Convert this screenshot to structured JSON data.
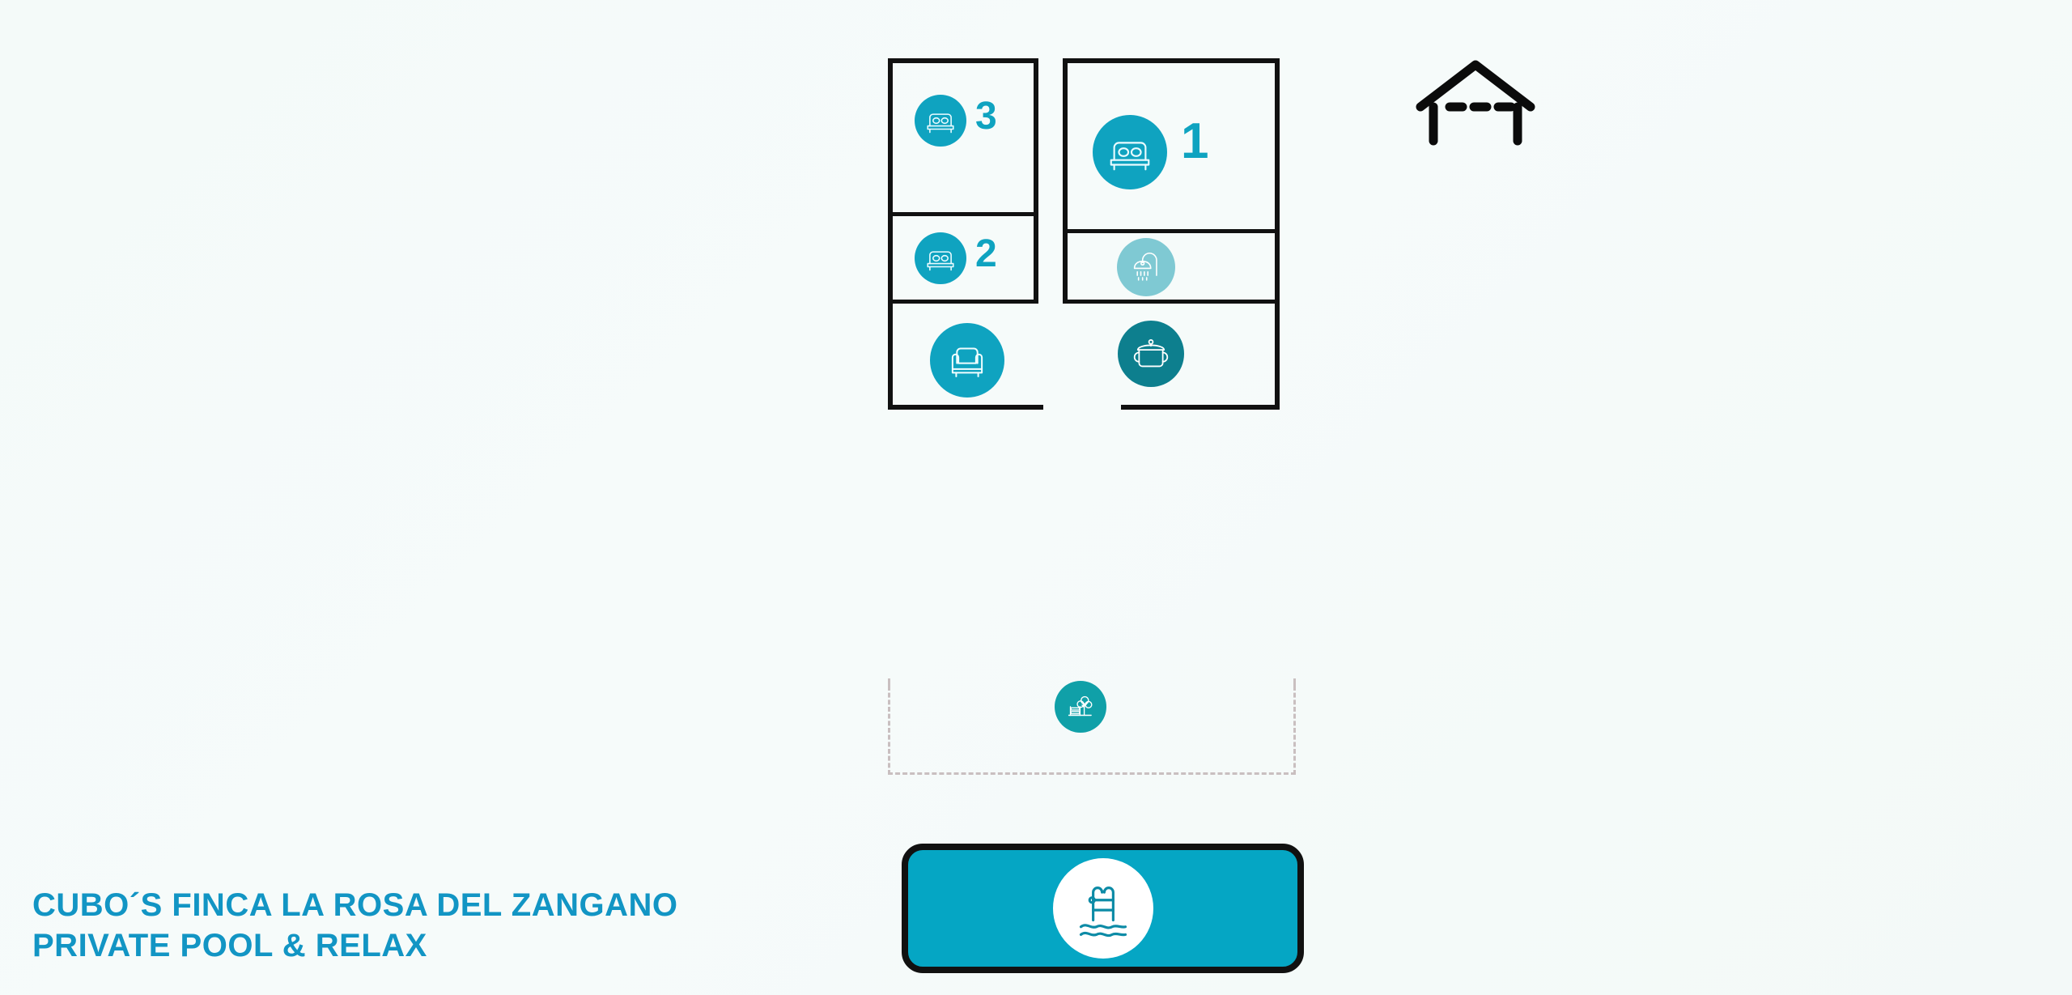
{
  "page": {
    "background_color": "#f5faf9",
    "brand_color": "#0fa3c0",
    "wall_color": "#111111",
    "terrace_border_color": "#c9bfc0"
  },
  "property": {
    "title_line_1": "CUBO´S FINCA LA ROSA DEL ZANGANO",
    "title_line_2": "PRIVATE POOL & RELAX",
    "title_color": "#1295c4"
  },
  "house_marker": {
    "icon": "house-icon",
    "label": "House",
    "color": "#111111"
  },
  "floor_plan": {
    "label": "Apartment floor plan",
    "rooms": [
      {
        "id": "bedroom-1",
        "name": "Bedroom 1",
        "number": "1",
        "icon": "double-bed-icon",
        "icon_color": "#0fa3c0",
        "column": "right",
        "size": "large"
      },
      {
        "id": "bedroom-2",
        "name": "Bedroom 2",
        "number": "2",
        "icon": "double-bed-icon",
        "icon_color": "#0fa3c0",
        "column": "left",
        "size": "small"
      },
      {
        "id": "bedroom-3",
        "name": "Bedroom 3",
        "number": "3",
        "icon": "double-bed-icon",
        "icon_color": "#0fa3c0",
        "column": "left",
        "size": "small"
      },
      {
        "id": "bathroom",
        "name": "Bathroom",
        "number": "",
        "icon": "shower-icon",
        "icon_color": "#7fc9d3",
        "column": "right",
        "size": "small"
      },
      {
        "id": "living-room",
        "name": "Living room",
        "number": "",
        "icon": "sofa-icon",
        "icon_color": "#0fa3c0",
        "column": "left",
        "size": "medium"
      },
      {
        "id": "kitchen",
        "name": "Kitchen",
        "number": "",
        "icon": "cooking-pot-icon",
        "icon_color": "#0d7f8e",
        "column": "right",
        "size": "medium"
      }
    ],
    "terrace": {
      "id": "terrace",
      "name": "Terrace / garden",
      "icon": "bench-tree-icon",
      "icon_color": "#10a0a8",
      "border_style": "dashed"
    }
  },
  "pool_banner": {
    "label": "Private pool",
    "icon": "pool-ladder-icon",
    "background_color": "#05a6c4",
    "icon_color": "#0d8ba6",
    "border_color": "#111111"
  }
}
